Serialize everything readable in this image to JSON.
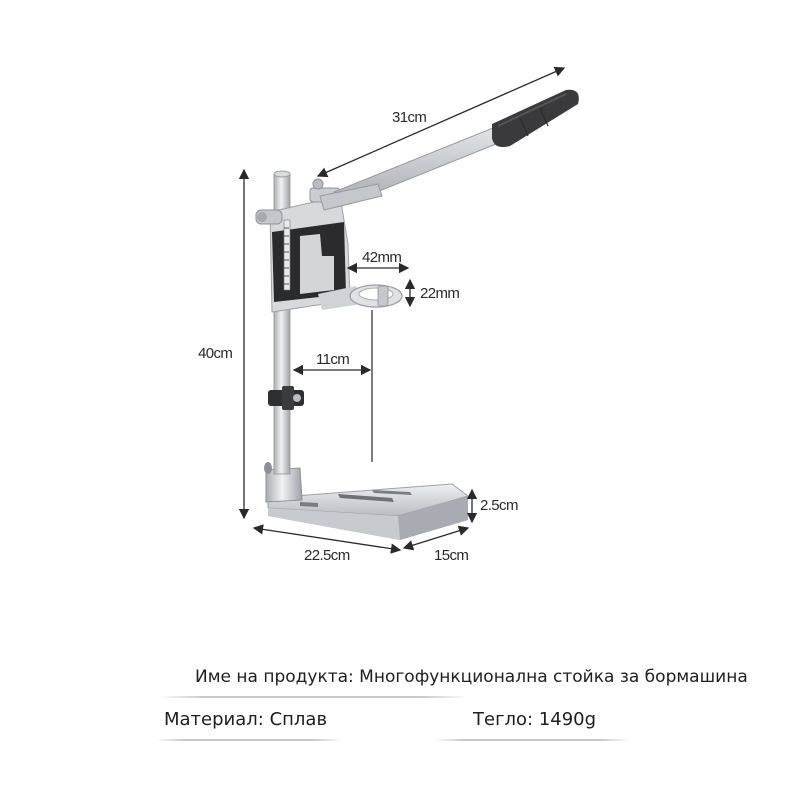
{
  "dimensions": {
    "handle_length": "31cm",
    "total_height": "40cm",
    "clamp_diameter": "42mm",
    "clamp_height": "22mm",
    "throat_depth": "11cm",
    "base_thickness": "2.5cm",
    "base_length": "22.5cm",
    "base_width": "15cm"
  },
  "info": {
    "product_name": "Име на продукта: Многофункционална стойка за бормашина",
    "material": "Материал: Сплав",
    "weight": "Тегло: 1490g"
  },
  "colors": {
    "aluminum": "#c9ccd0",
    "dark_panel": "#2b2b2d",
    "grip": "#3a3a3c",
    "dimension_line": "#2a2a2a"
  }
}
